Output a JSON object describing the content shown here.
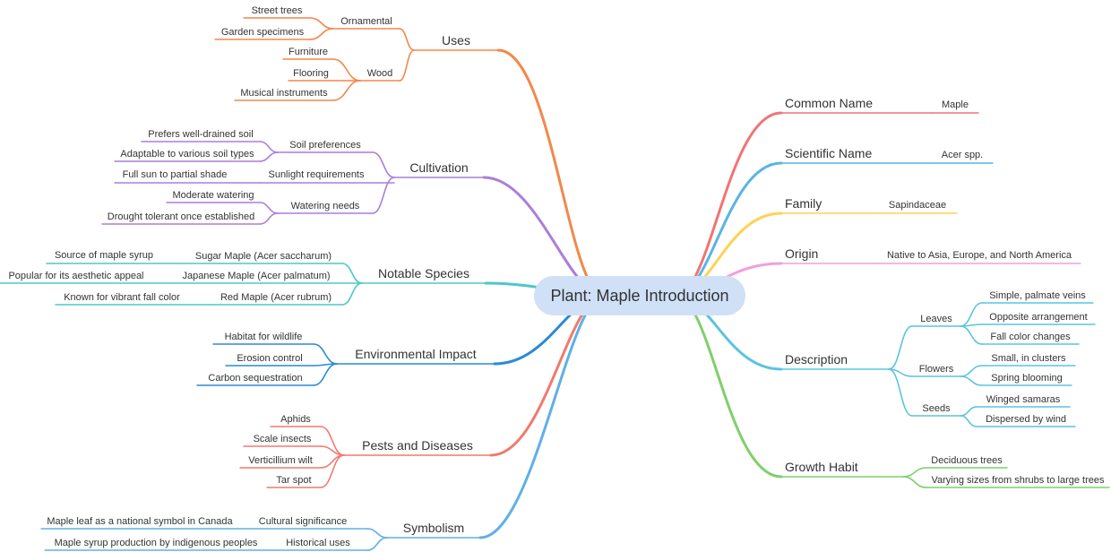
{
  "root": {
    "label": "Plant: Maple Introduction"
  },
  "colors": {
    "uses": "#f4874b",
    "cultivation": "#a97fdc",
    "species": "#4cc8c8",
    "environment": "#2b8ad4",
    "pests": "#f07a6e",
    "symbolism": "#5fb0e6",
    "common": "#f07475",
    "scientific": "#5ab4e6",
    "family": "#fdd256",
    "origin": "#f0a0dc",
    "description": "#5cc4df",
    "growth": "#7fcf6a"
  },
  "branches": {
    "uses": {
      "label": "Uses",
      "children": [
        {
          "label": "Ornamental",
          "children": [
            "Street trees",
            "Garden specimens"
          ]
        },
        {
          "label": "Wood",
          "children": [
            "Furniture",
            "Flooring",
            "Musical instruments"
          ]
        }
      ]
    },
    "cultivation": {
      "label": "Cultivation",
      "children": [
        {
          "label": "Soil preferences",
          "children": [
            "Prefers well-drained soil",
            "Adaptable to various soil types"
          ]
        },
        {
          "label": "Sunlight requirements",
          "children": [
            "Full sun to partial shade"
          ]
        },
        {
          "label": "Watering needs",
          "children": [
            "Moderate watering",
            "Drought tolerant once established"
          ]
        }
      ]
    },
    "species": {
      "label": "Notable Species",
      "children": [
        {
          "label": "Sugar Maple (Acer saccharum)",
          "children": [
            "Source of maple syrup"
          ]
        },
        {
          "label": "Japanese Maple (Acer palmatum)",
          "children": [
            "Popular for its aesthetic appeal"
          ]
        },
        {
          "label": "Red Maple (Acer rubrum)",
          "children": [
            "Known for vibrant fall color"
          ]
        }
      ]
    },
    "environment": {
      "label": "Environmental Impact",
      "children": [
        "Habitat for wildlife",
        "Erosion control",
        "Carbon sequestration"
      ]
    },
    "pests": {
      "label": "Pests and Diseases",
      "children": [
        "Aphids",
        "Scale insects",
        "Verticillium wilt",
        "Tar spot"
      ]
    },
    "symbolism": {
      "label": "Symbolism",
      "children": [
        {
          "label": "Cultural significance",
          "children": [
            "Maple leaf as a national symbol in Canada"
          ]
        },
        {
          "label": "Historical uses",
          "children": [
            "Maple syrup production by indigenous peoples"
          ]
        }
      ]
    },
    "common": {
      "label": "Common Name",
      "children": [
        "Maple"
      ]
    },
    "scientific": {
      "label": "Scientific Name",
      "children": [
        "Acer spp."
      ]
    },
    "family": {
      "label": "Family",
      "children": [
        "Sapindaceae"
      ]
    },
    "origin": {
      "label": "Origin",
      "children": [
        "Native to Asia, Europe, and North America"
      ]
    },
    "description": {
      "label": "Description",
      "children": [
        {
          "label": "Leaves",
          "children": [
            "Simple, palmate veins",
            "Opposite arrangement",
            "Fall color changes"
          ]
        },
        {
          "label": "Flowers",
          "children": [
            "Small, in clusters",
            "Spring blooming"
          ]
        },
        {
          "label": "Seeds",
          "children": [
            "Winged samaras",
            "Dispersed by wind"
          ]
        }
      ]
    },
    "growth": {
      "label": "Growth Habit",
      "children": [
        "Deciduous trees",
        "Varying sizes from shrubs to large trees"
      ]
    }
  }
}
